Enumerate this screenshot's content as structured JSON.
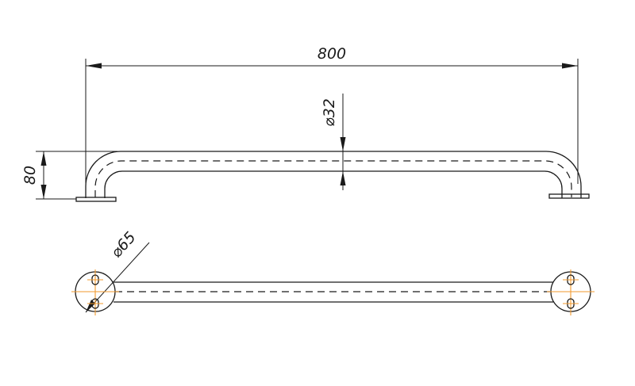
{
  "dimensions": {
    "length": "800",
    "height": "80",
    "tube_diameter": "⌀32",
    "flange_diameter": "⌀65"
  },
  "colors": {
    "line": "#1a1a1a",
    "centerline": "#f29a2e"
  }
}
